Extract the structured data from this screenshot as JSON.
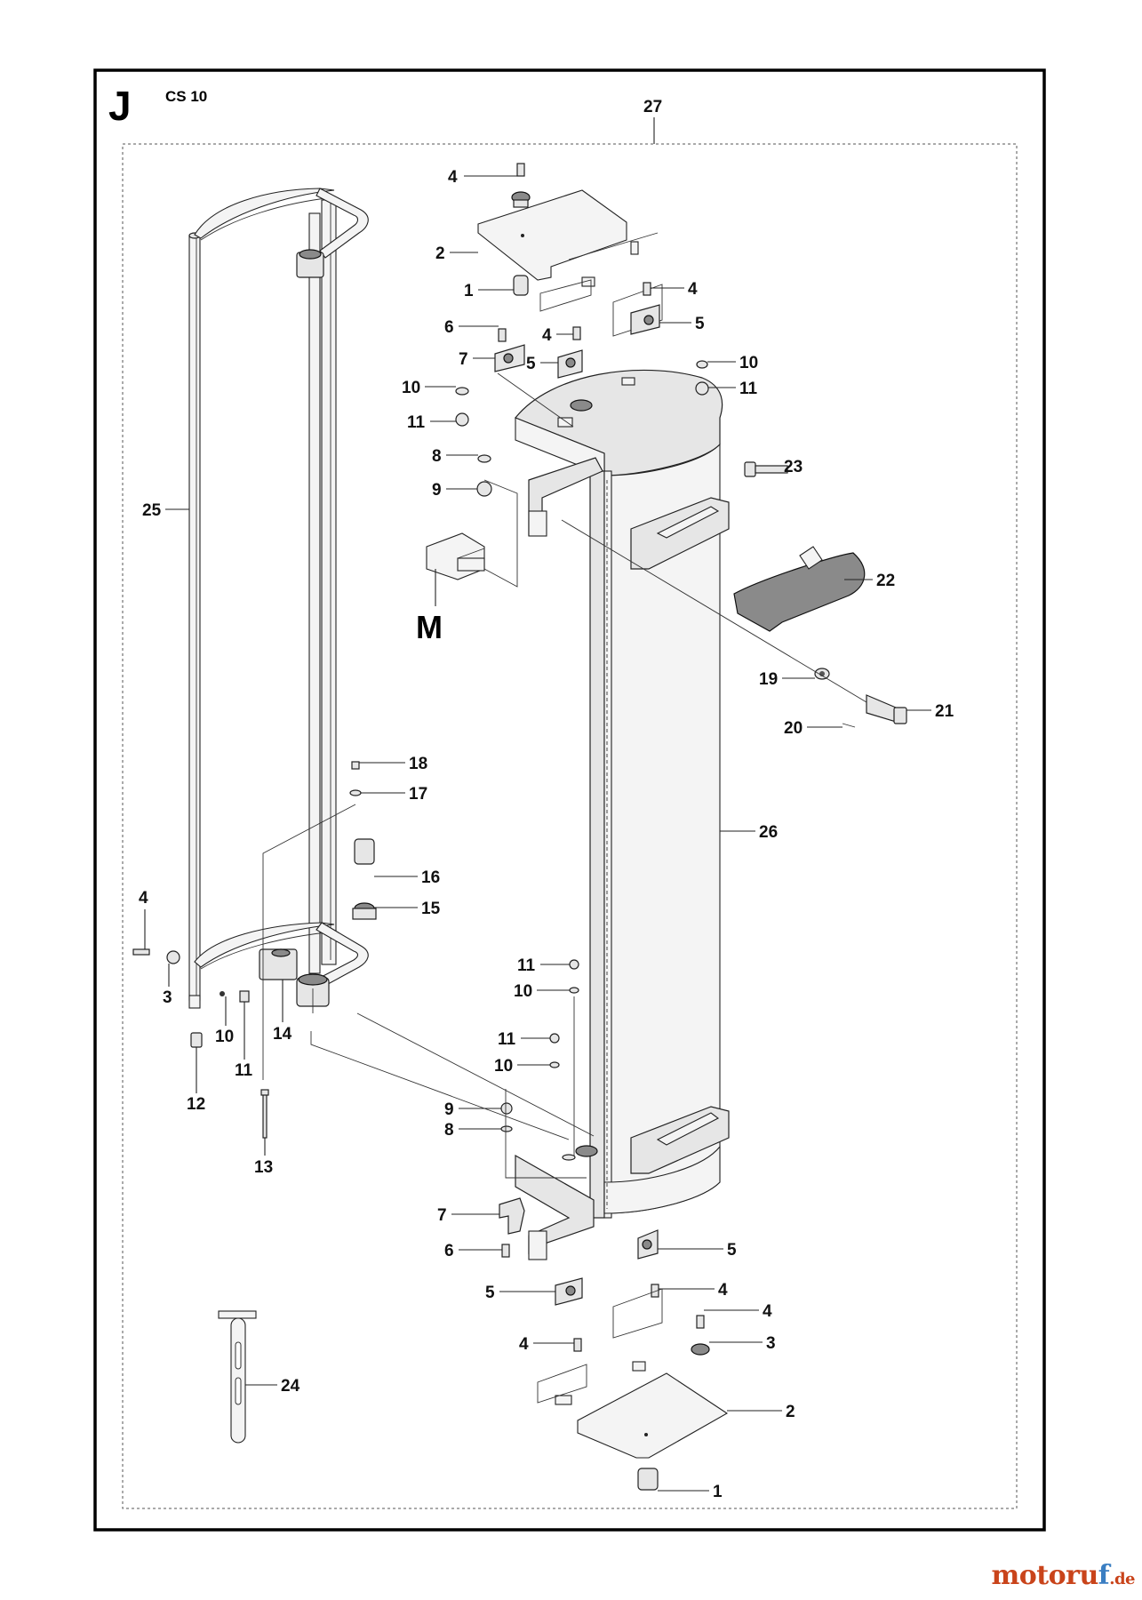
{
  "header": {
    "section_letter": "J",
    "model": "CS 10",
    "sub_letter": "M"
  },
  "callouts": {
    "c27": "27",
    "c4_top": "4",
    "c2_top": "2",
    "c1_top": "1",
    "c4_r": "4",
    "c5_r": "5",
    "c6_top": "6",
    "c4_mid": "4",
    "c7_top": "7",
    "c5_mid": "5",
    "c10_r": "10",
    "c11_r": "11",
    "c10_l": "10",
    "c11_l": "11",
    "c8_top": "8",
    "c9_top": "9",
    "c23": "23",
    "c25": "25",
    "c22": "22",
    "c19": "19",
    "c21": "21",
    "c20": "20",
    "c18": "18",
    "c17": "17",
    "c26": "26",
    "c16": "16",
    "c15": "15",
    "c4_left": "4",
    "c3_left": "3",
    "c10_bl": "10",
    "c11_bl": "11",
    "c14": "14",
    "c12": "12",
    "c13": "13",
    "c11_b1": "11",
    "c10_b1": "10",
    "c11_b2": "11",
    "c10_b2": "10",
    "c9_b": "9",
    "c8_b": "8",
    "c7_b": "7",
    "c6_b": "6",
    "c5_br": "5",
    "c4_br": "4",
    "c5_bl": "5",
    "c4_bl": "4",
    "c4_b2": "4",
    "c3_b": "3",
    "c24": "24",
    "c2_b": "2",
    "c1_b": "1"
  },
  "watermark": {
    "brand_a": "motoru",
    "brand_b": "f",
    "tld": ".de"
  }
}
